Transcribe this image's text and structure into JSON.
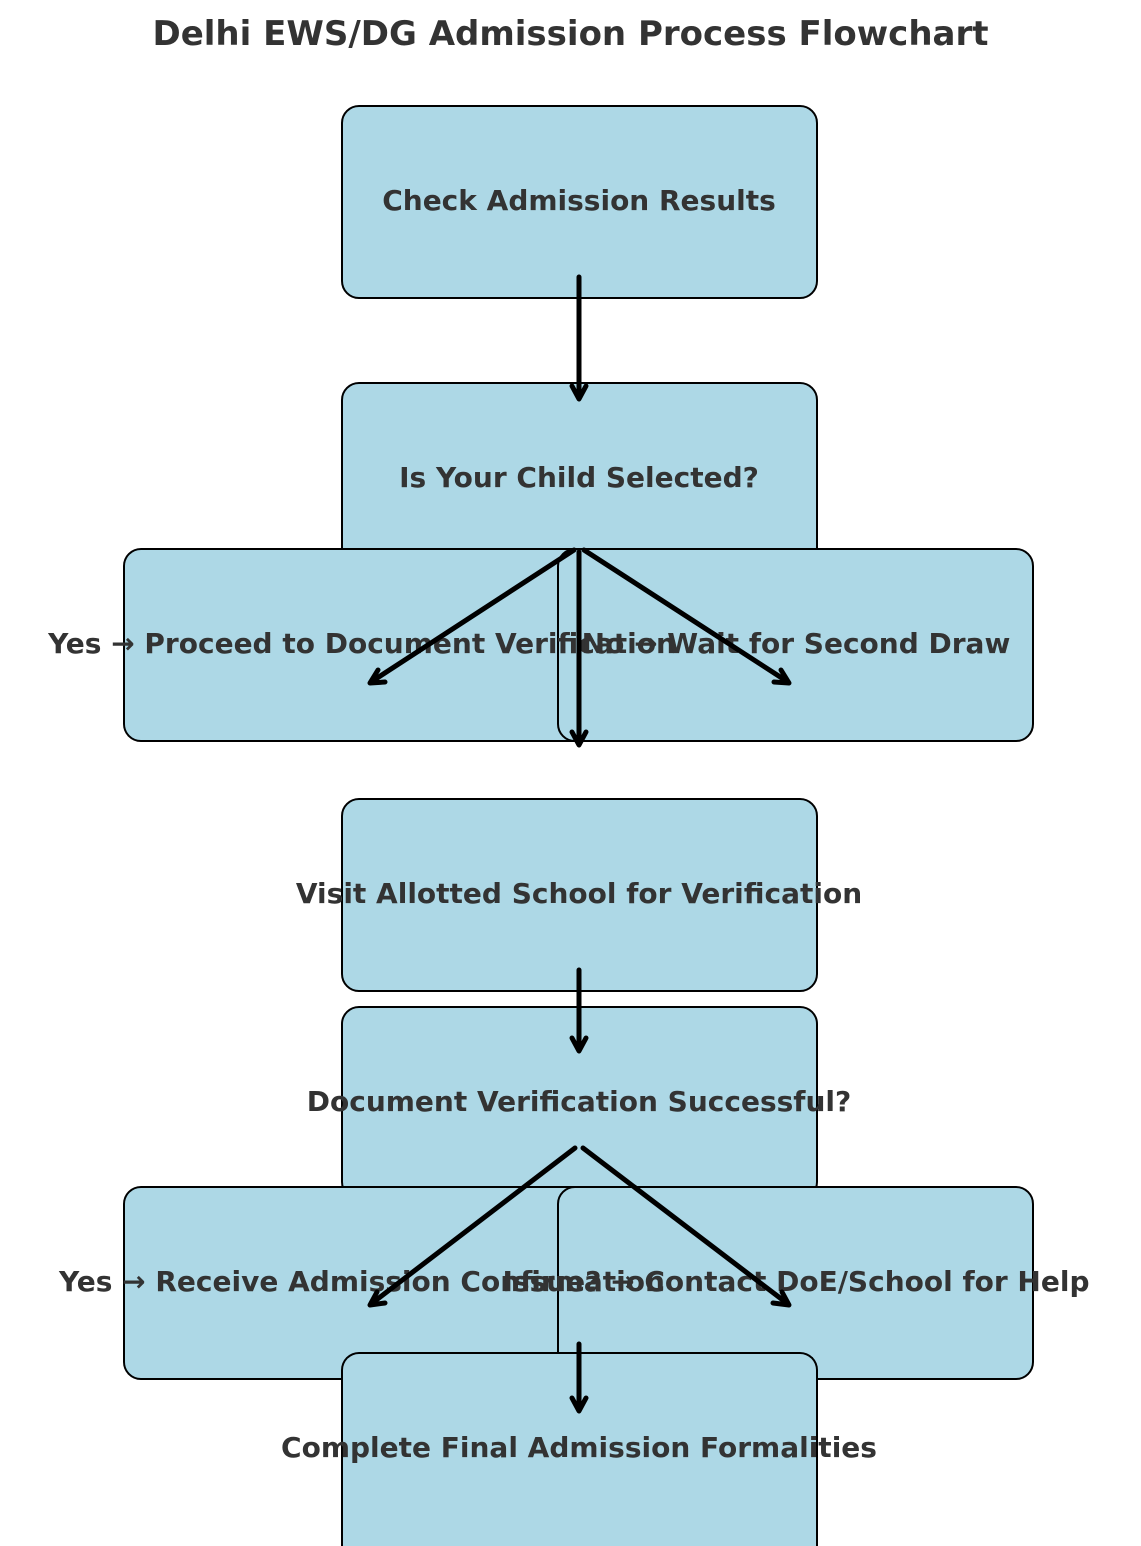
{
  "title": "Delhi EWS/DG Admission Process Flowchart",
  "colors": {
    "box_fill": "#add8e6",
    "box_border": "#000000",
    "text": "#333333",
    "arrow": "#000000"
  },
  "nodes": {
    "check_results": "Check Admission Results",
    "child_selected": "Is Your Child Selected?",
    "yes_verification": "Yes → Proceed to Document Verification",
    "no_second_draw": "No → Wait for Second Draw",
    "visit_school": "Visit Allotted School for Verification",
    "verification_successful": "Document Verification Successful?",
    "yes_confirmation": "Yes → Receive Admission Confirmation",
    "issue_contact": "Issue? → Contact DoE/School for Help",
    "final_formalities": "Complete Final Admission Formalities"
  },
  "edges": [
    {
      "from": "Check Admission Results",
      "to": "Is Your Child Selected?"
    },
    {
      "from": "Is Your Child Selected?",
      "to": "Yes → Proceed to Document Verification"
    },
    {
      "from": "Is Your Child Selected?",
      "to": "No → Wait for Second Draw"
    },
    {
      "from": "Is Your Child Selected?",
      "to": "Visit Allotted School for Verification"
    },
    {
      "from": "Visit Allotted School for Verification",
      "to": "Document Verification Successful?"
    },
    {
      "from": "Document Verification Successful?",
      "to": "Yes → Receive Admission Confirmation"
    },
    {
      "from": "Document Verification Successful?",
      "to": "Issue? → Contact DoE/School for Help"
    },
    {
      "from": "Document Verification Successful?",
      "to": "Complete Final Admission Formalities"
    }
  ]
}
